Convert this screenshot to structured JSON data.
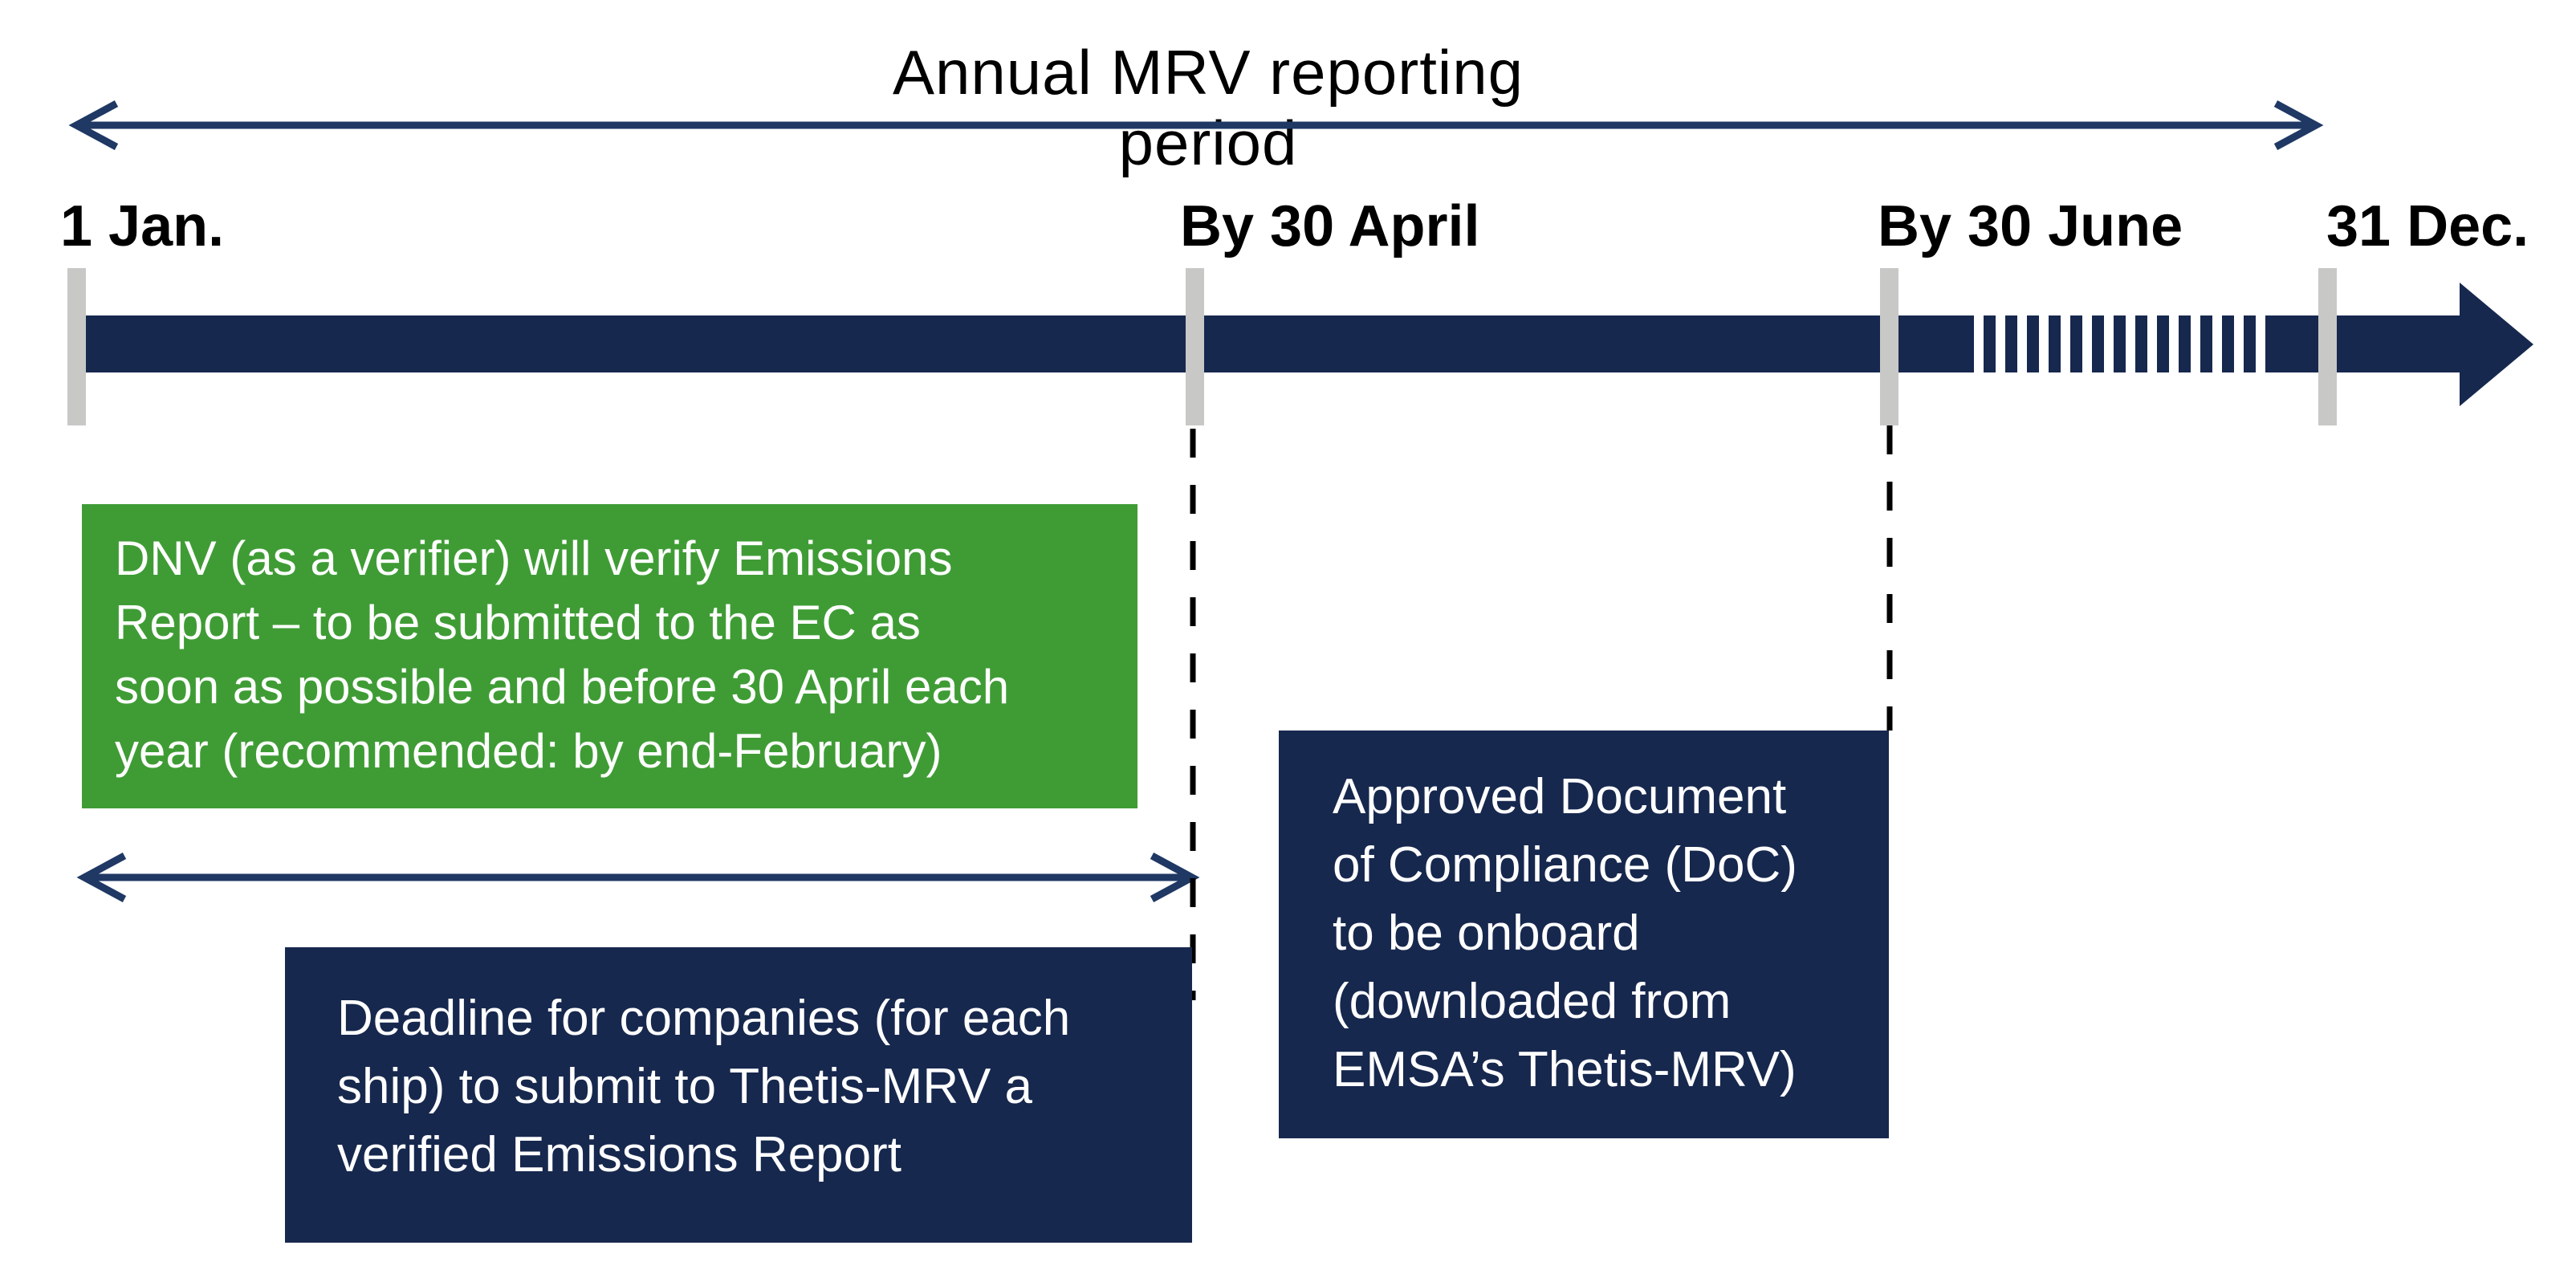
{
  "title": "Annual MRV reporting period",
  "colors": {
    "navy_fill": "#17284E",
    "arrow_stroke": "#1F3864",
    "green_fill": "#3F9C35",
    "tick_gray": "#C8C8C6",
    "dashed_line": "#000000",
    "label_text": "#000000",
    "box_text": "#FFFFFF"
  },
  "timeline": {
    "labels": [
      {
        "id": "jan1",
        "text": "1 Jan."
      },
      {
        "id": "apr30",
        "text": "By 30 April"
      },
      {
        "id": "jun30",
        "text": "By 30 June"
      },
      {
        "id": "dec31",
        "text": "31 Dec."
      }
    ],
    "segments": {
      "solid_then_striped_then_solid": true,
      "striped_between": [
        "By 30 June",
        "31 Dec."
      ]
    }
  },
  "annotations": {
    "green_box": "DNV (as a verifier) will verify Emissions\nReport – to be submitted to the EC as\nsoon as possible and before 30 April each\nyear (recommended: by end-February)",
    "deadline_box": "Deadline for companies (for each\nship) to submit to Thetis-MRV a\nverified Emissions Report",
    "doc_box": "Approved Document\nof Compliance (DoC)\nto be onboard\n(downloaded from\nEMSA’s Thetis-MRV)"
  }
}
